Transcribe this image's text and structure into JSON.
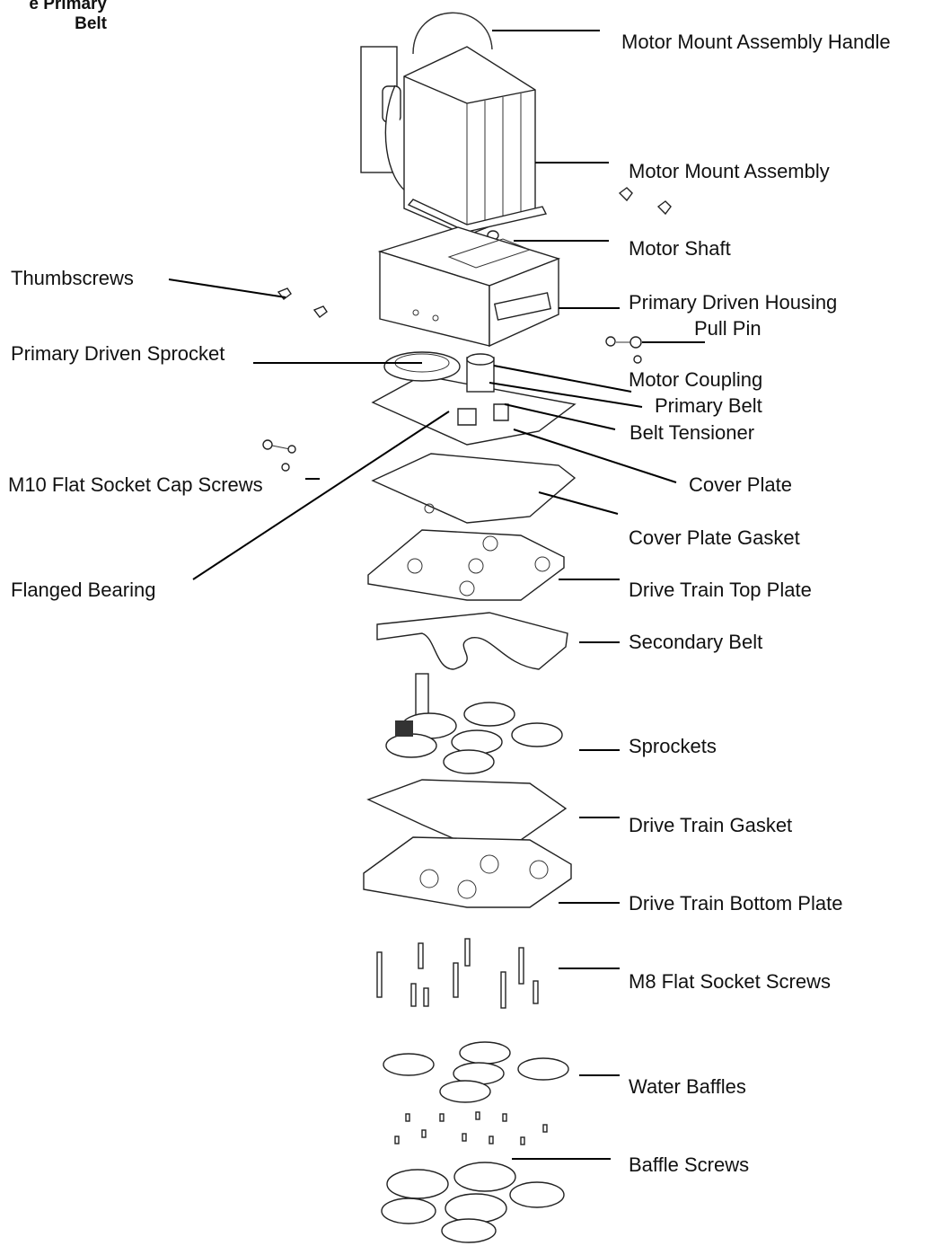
{
  "header_fragment": {
    "line1": "e Primary",
    "line2": "Belt"
  },
  "labels": {
    "motor_mount_handle": "Motor Mount Assembly Handle",
    "motor_mount_assembly": "Motor Mount Assembly",
    "motor_shaft": "Motor Shaft",
    "thumbscrews": "Thumbscrews",
    "primary_driven_housing": "Primary Driven Housing",
    "pull_pin": "Pull Pin",
    "primary_driven_sprocket": "Primary Driven Sprocket",
    "motor_coupling": "Motor Coupling",
    "primary_belt": "Primary Belt",
    "belt_tensioner": "Belt Tensioner",
    "m10_screws": "M10 Flat Socket Cap Screws",
    "cover_plate": "Cover Plate",
    "cover_plate_gasket": "Cover Plate Gasket",
    "flanged_bearing": "Flanged Bearing",
    "drive_train_top_plate": "Drive Train Top Plate",
    "secondary_belt": "Secondary Belt",
    "sprockets": "Sprockets",
    "drive_train_gasket": "Drive Train Gasket",
    "drive_train_bottom_plate": "Drive Train Bottom Plate",
    "m8_screws": "M8 Flat Socket Screws",
    "water_baffles": "Water Baffles",
    "baffle_screws": "Baffle Screws"
  }
}
